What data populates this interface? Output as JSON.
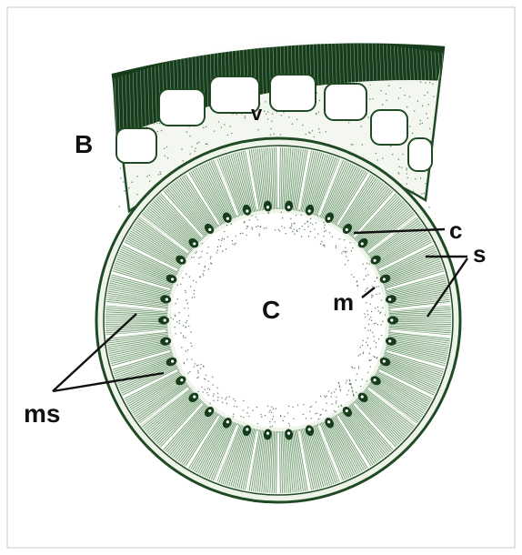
{
  "labels": {
    "B": "B",
    "v": "v",
    "C": "C",
    "c": "c",
    "s": "s",
    "m": "m",
    "ms": "ms"
  },
  "colors": {
    "ink": "#1f4a24",
    "lines": "#2e6b35",
    "fill": "#eef4ea",
    "dark": "#163c1b",
    "label": "#111111"
  },
  "structure": {
    "inner_cell_count": 34,
    "vacuole_cell_count": 7
  }
}
